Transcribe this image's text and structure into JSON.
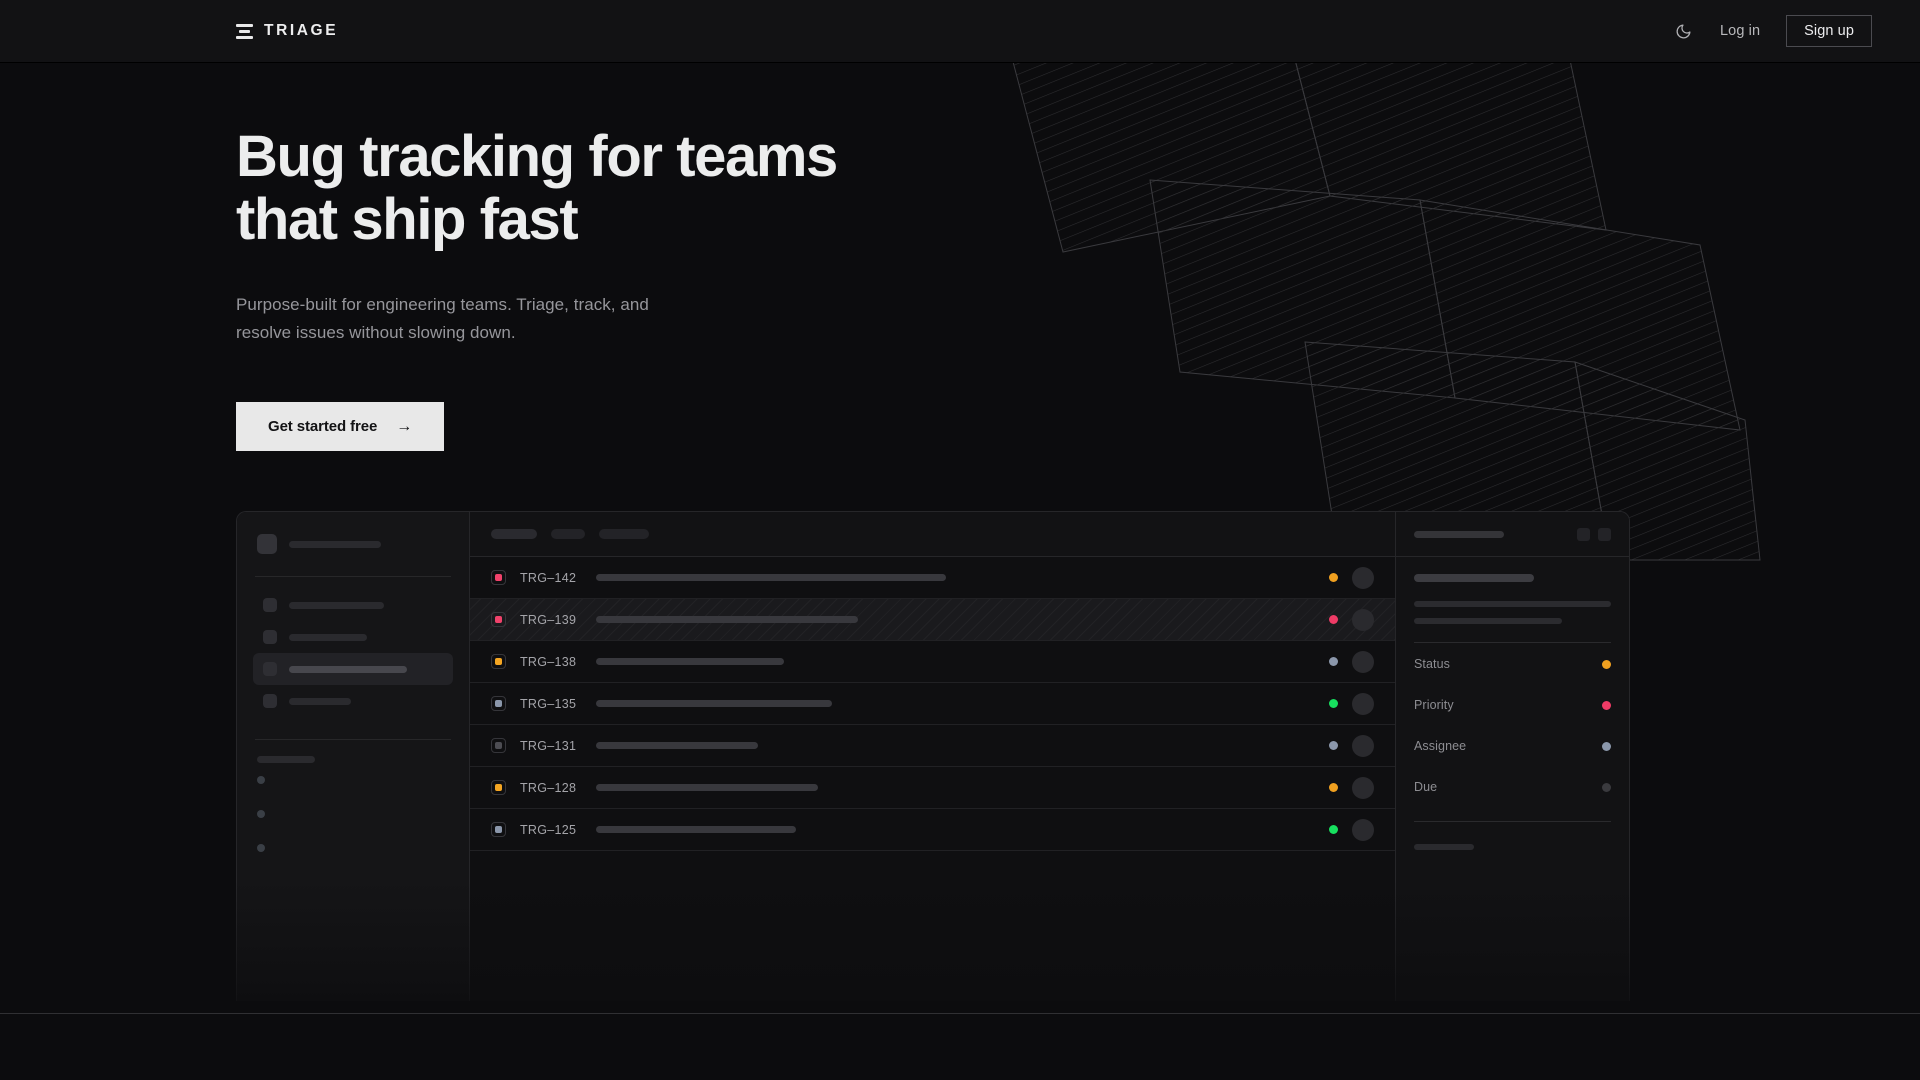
{
  "brand": {
    "name": "TRIAGE",
    "icon": "stacked-bars-logo"
  },
  "nav": {
    "theme_toggle_icon": "moon-icon",
    "login_label": "Log in",
    "signup_label": "Sign up"
  },
  "hero": {
    "title_line1": "Bug tracking for teams",
    "title_line2": "that ship fast",
    "subtitle": "Purpose-built for engineering teams. Triage, track, and resolve issues without slowing down.",
    "cta_label": "Get started free",
    "cta_arrow": "→"
  },
  "mockup": {
    "sidebar": {
      "workspace_placeholder_width": 92,
      "nav_items": [
        {
          "label_width": 95,
          "active": false
        },
        {
          "label_width": 78,
          "active": false
        },
        {
          "label_width": 118,
          "active": true
        },
        {
          "label_width": 62,
          "active": false
        }
      ],
      "section_header_width": 58,
      "sub_items": 3
    },
    "list": {
      "tabs": [
        {
          "width": 46
        },
        {
          "width": 34
        },
        {
          "width": 50
        }
      ],
      "rows": [
        {
          "id": "TRG–142",
          "priority_color": "#f0426b",
          "title_width": 350,
          "status_color": "#f0a020",
          "striped": false
        },
        {
          "id": "TRG–139",
          "priority_color": "#f0426b",
          "title_width": 262,
          "status_color": "#ef3b66",
          "striped": true
        },
        {
          "id": "TRG–138",
          "priority_color": "#f5a623",
          "title_width": 188,
          "status_color": "#8b97ab",
          "striped": false
        },
        {
          "id": "TRG–135",
          "priority_color": "#8b97ab",
          "title_width": 236,
          "status_color": "#17e05f",
          "striped": false
        },
        {
          "id": "TRG–131",
          "priority_color": "#4d4d53",
          "title_width": 162,
          "status_color": "#8b97ab",
          "striped": false
        },
        {
          "id": "TRG–128",
          "priority_color": "#f5a623",
          "title_width": 222,
          "status_color": "#f0a020",
          "striped": false
        },
        {
          "id": "TRG–125",
          "priority_color": "#8b97ab",
          "title_width": 200,
          "status_color": "#17e05f",
          "striped": false
        }
      ]
    },
    "detail": {
      "header_placeholder_width": 90,
      "header_buttons": 2,
      "title_placeholder_width": 120,
      "body_lines": [
        197,
        148
      ],
      "meta": [
        {
          "label": "Status",
          "color": "#f0a020"
        },
        {
          "label": "Priority",
          "color": "#ef3b66"
        },
        {
          "label": "Assignee",
          "color": "#8b97ab"
        },
        {
          "label": "Due",
          "color": "#3a3a3e"
        }
      ],
      "comments_header_width": 60,
      "comment_count": 2
    }
  },
  "colors": {
    "page_background": "#0c0c0e",
    "panel_background": "#121214",
    "sidebar_background": "#151517",
    "border": "#262629",
    "text_primary": "#ececee",
    "text_muted": "#8d8d92",
    "accent_cta": "#e8e8e8",
    "priority_urgent": "#f0426b",
    "priority_high": "#f5a623",
    "priority_medium": "#8b97ab",
    "priority_low": "#4d4d53",
    "status_done": "#17e05f",
    "status_progress": "#f0a020"
  }
}
